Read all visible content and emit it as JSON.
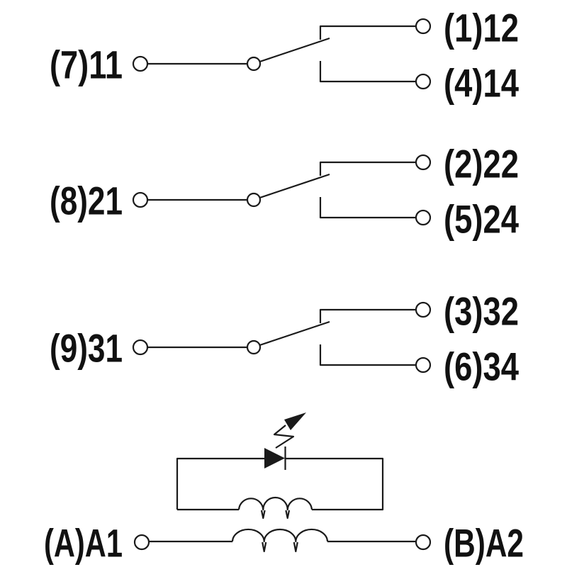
{
  "diagram": {
    "kind": "relay-wiring-schematic",
    "background_color": "#ffffff",
    "line_color": "#1a1a1a",
    "poles": [
      {
        "common": "(7)11",
        "nc": "(1)12",
        "no": "(4)14"
      },
      {
        "common": "(8)21",
        "nc": "(2)22",
        "no": "(5)24"
      },
      {
        "common": "(9)31",
        "nc": "(3)32",
        "no": "(6)34"
      }
    ],
    "coil": {
      "a1": "(A)A1",
      "a2": "(B)A2"
    }
  }
}
